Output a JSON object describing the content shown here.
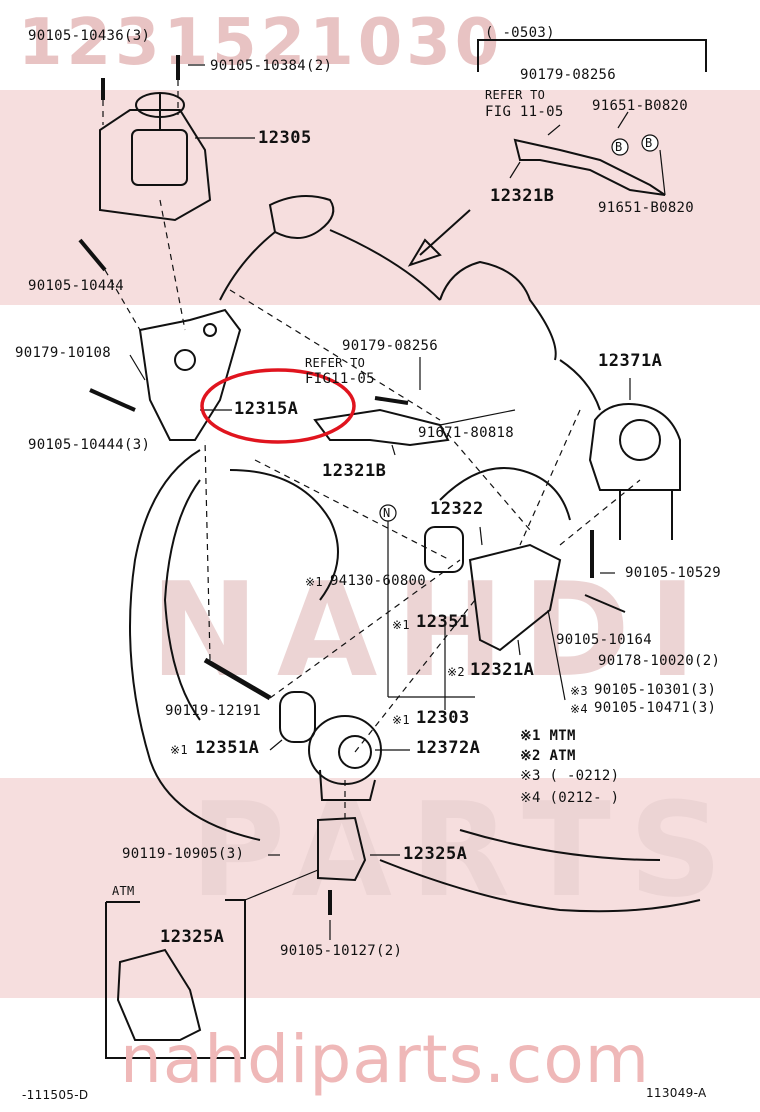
{
  "watermark": {
    "top_code": "1231521030",
    "site": "nahdiparts.com",
    "brand_line1": "NAHDI",
    "brand_line2": "PARTS"
  },
  "colors": {
    "highlight": "#e0141e",
    "watermark": "#efb8b8",
    "ink": "#111111"
  },
  "labels": {
    "p90105_10436": "90105-10436(3)",
    "p90105_10384": "90105-10384(2)",
    "p12305": "12305",
    "p90105_10444a": "90105-10444",
    "p90179_10108": "90179-10108",
    "p90105_10444b": "90105-10444(3)",
    "p12315A": "12315A",
    "range_top": "(   -0503)",
    "p90179_08256a": "90179-08256",
    "refer_to_1": "REFER TO",
    "fig_1105_a": "FIG 11-05",
    "p91651_a": "91651-B0820",
    "p12321B_a": "12321B",
    "p91651_b": "91651-B0820",
    "p90179_08256b": "90179-08256",
    "refer_to_2": "REFER TO",
    "fig_1105_b": "FIG11-05",
    "p91671": "91671-80818",
    "p12321B_b": "12321B",
    "p12371A": "12371A",
    "p12322": "12322",
    "p94130": "94130-60800",
    "mark_94130": "※1",
    "p90105_10529": "90105-10529",
    "p12351_upper": "12351",
    "mark_12351_upper": "※1",
    "p90105_10164": "90105-10164",
    "p90178_10020": "90178-10020(2)",
    "p12321A": "12321A",
    "mark_12321A": "※2",
    "p90105_10301": "90105-10301(3)",
    "mark_10301": "※3",
    "p90105_10471": "90105-10471(3)",
    "mark_10471": "※4",
    "p90119_12191": "90119-12191",
    "p12303": "12303",
    "mark_12303": "※1",
    "p12351A": "12351A",
    "mark_12351A": "※1",
    "p12372A": "12372A",
    "legend_1": "※1  MTM",
    "legend_2": "※2  ATM",
    "legend_3": "※3  (     -0212)",
    "legend_4": "※4  (0212-      )",
    "p90119_10905": "90119-10905(3)",
    "p12325A_a": "12325A",
    "atm": "ATM",
    "p12325A_b": "12325A",
    "p90105_10127": "90105-10127(2)",
    "footer_left": "-111505-D",
    "footer_right": "113049-A",
    "circle_B1": "B",
    "circle_B2": "B",
    "circle_N": "N"
  }
}
